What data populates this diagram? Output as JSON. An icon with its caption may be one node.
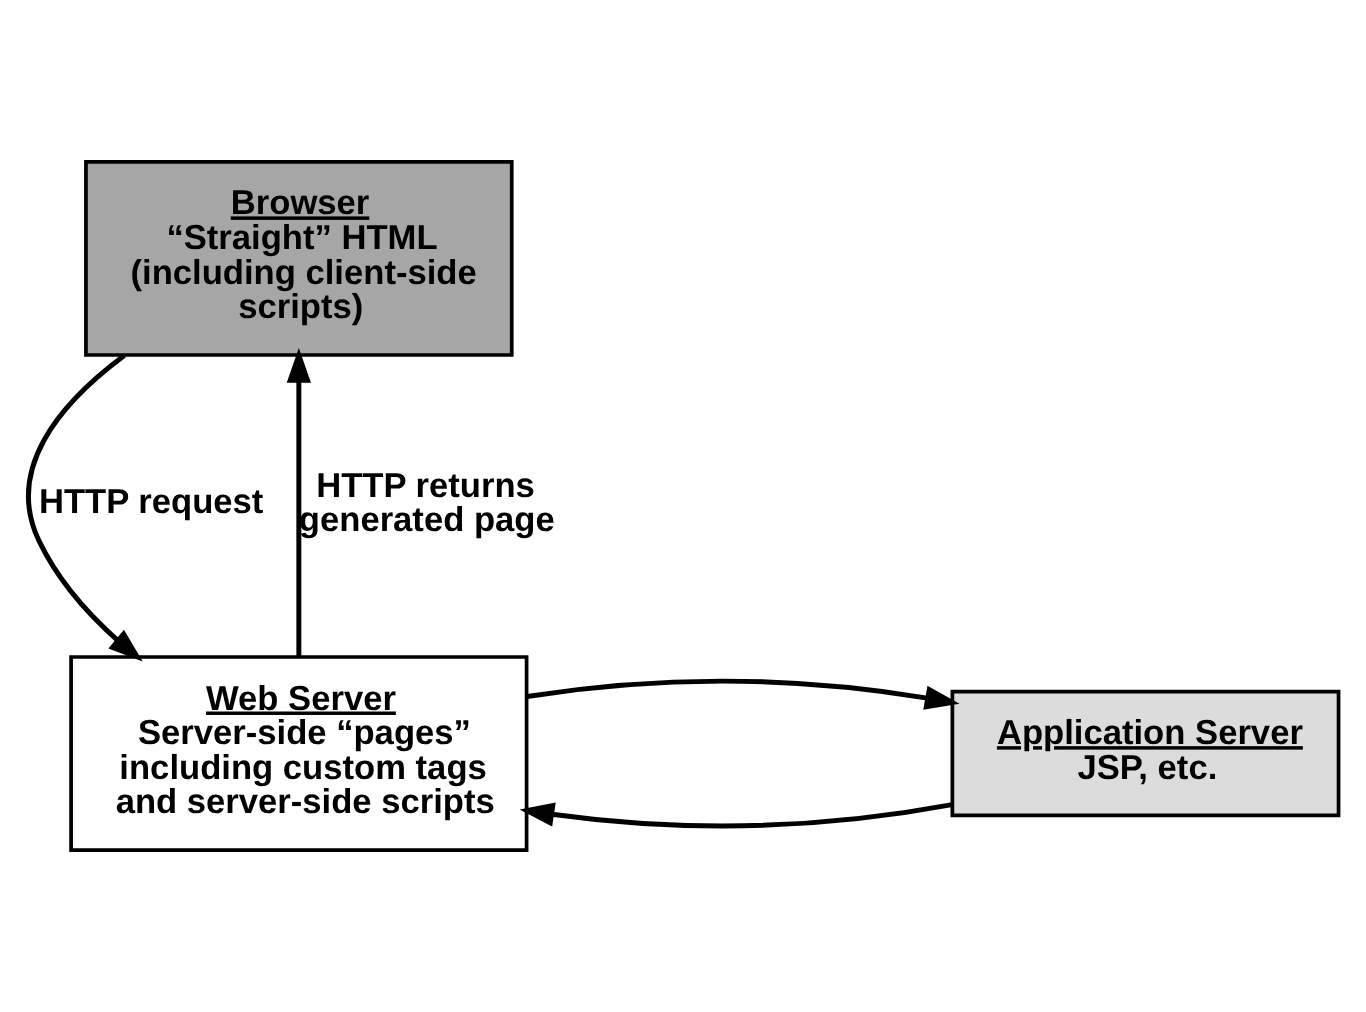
{
  "diagram": {
    "nodes": [
      {
        "text": [
          "Browser",
          "“Straight” HTML (including client-side scripts)"
        ]
      },
      {
        "text": [
          "Web Server",
          "Server-side “pages” including custom tags and server-side scripts"
        ]
      },
      {
        "text": [
          "Application Server",
          "JSP, etc."
        ]
      }
    ],
    "edges": [
      {
        "from": 0,
        "to": 1,
        "arrow": "to",
        "label": "HTTP request"
      },
      {
        "from": 1,
        "to": 0,
        "arrow": "to",
        "label": "HTTP returns generated page"
      },
      {
        "from": 2,
        "to": 1,
        "arrow": "to"
      },
      {
        "from": 1,
        "to": 2,
        "arrow": "to"
      }
    ]
  }
}
